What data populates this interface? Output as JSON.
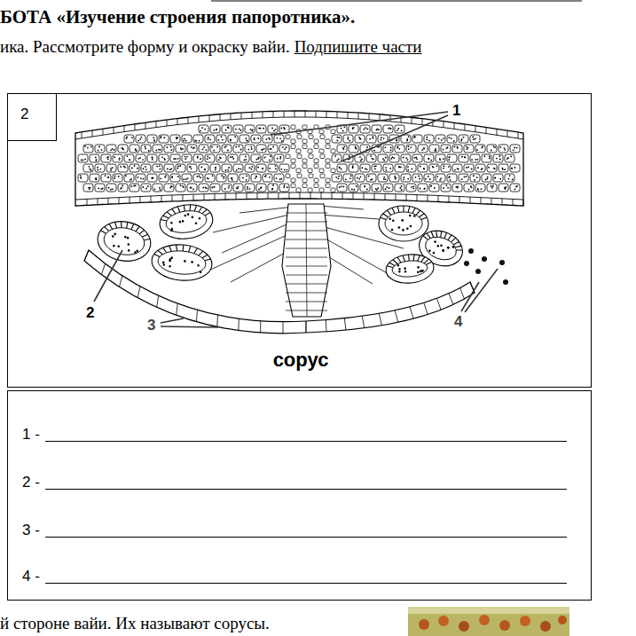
{
  "diagram": {
    "title": "БОТА «Изучение строения папоротника».",
    "nodes": [
      {
        "text": [
          "сорус"
        ]
      },
      {
        "text": [
          "2"
        ],
        "in": 0
      },
      {
        "text": [
          "1 -",
          "2 -",
          "3 -",
          "4 -"
        ]
      }
    ],
    "labels": [
      "ика. Рассмотрите форму и окраску вайи.",
      "Подпишите части",
      "1",
      "2",
      "3",
      "4",
      "й стороне вайи. Их называют сорусы."
    ]
  }
}
